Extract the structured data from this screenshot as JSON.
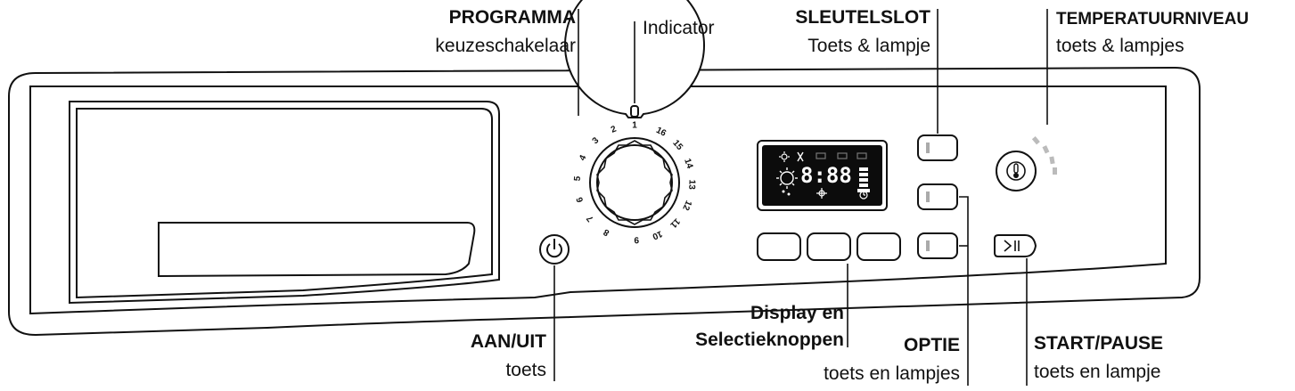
{
  "labels": {
    "programma_title": "PROGRAMMA",
    "programma_sub": "keuzeschakelaar",
    "indicator": "Indicator",
    "sleutelslot_title": "SLEUTELSLOT",
    "sleutelslot_sub": "Toets & lampje",
    "temperatuur_title": "TEMPERATUURNIVEAU",
    "temperatuur_sub": "toets & lampjes",
    "display_line1": "Display en",
    "display_line2": "Selectieknoppen",
    "aanuit_title": "AAN/UIT",
    "aanuit_sub": "toets",
    "optie_title": "OPTIE",
    "optie_sub": "toets en lampjes",
    "start_title": "START/PAUSE",
    "start_sub": "toets en lampje"
  },
  "display_text": "8:88",
  "dial_numbers": [
    "1",
    "2",
    "3",
    "4",
    "5",
    "6",
    "7",
    "8",
    "9",
    "10",
    "11",
    "12",
    "13",
    "14",
    "15",
    "16"
  ],
  "icons": [
    "power-icon",
    "start-pause-icon",
    "thermometer-icon",
    "sun-icon",
    "fan-icon",
    "clock-icon",
    "lock-icon"
  ]
}
